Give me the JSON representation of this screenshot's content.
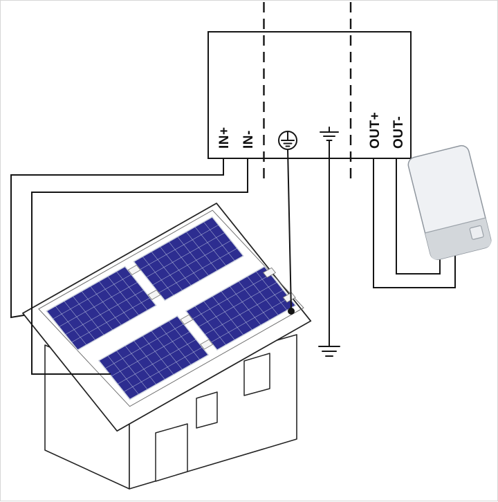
{
  "device": {
    "terminals": [
      {
        "id": "in-plus",
        "label": "IN+"
      },
      {
        "id": "in-minus",
        "label": "IN-"
      },
      {
        "id": "out-plus",
        "label": "OUT+"
      },
      {
        "id": "out-minus",
        "label": "OUT-"
      }
    ]
  },
  "colors": {
    "line": "#141414",
    "panel_fill": "#2d2d90",
    "panel_grid": "#b9c1de",
    "panel_frame": "#ced4e0",
    "inverter_body": "#eff1f4",
    "inverter_band": "#d3d7db",
    "inverter_outline": "#8f969e"
  }
}
